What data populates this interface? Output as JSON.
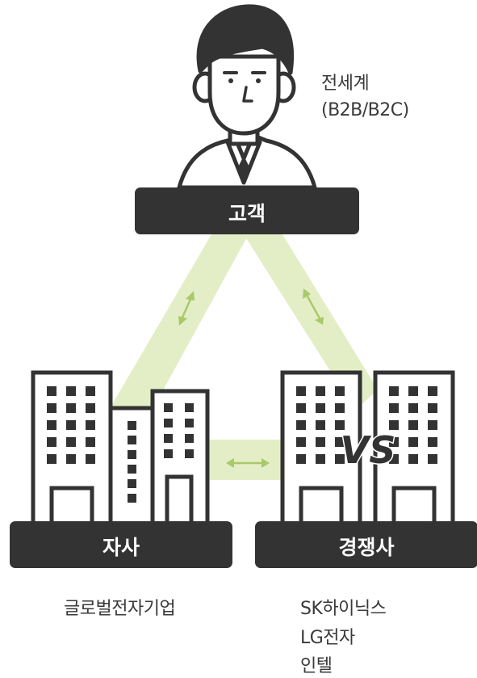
{
  "customer": {
    "box_label": "고객",
    "desc_line1": "전세계",
    "desc_line2": "(B2B/B2C)"
  },
  "self": {
    "box_label": "자사",
    "desc": "글로벌전자기업"
  },
  "competitor": {
    "box_label": "경쟁사",
    "vs_label": "VS",
    "desc_lines": [
      "SK하이닉스",
      "LG전자",
      "인텔"
    ]
  },
  "colors": {
    "dark": "#333333",
    "link": "#e3eec6",
    "arrow": "#a9c96a"
  }
}
